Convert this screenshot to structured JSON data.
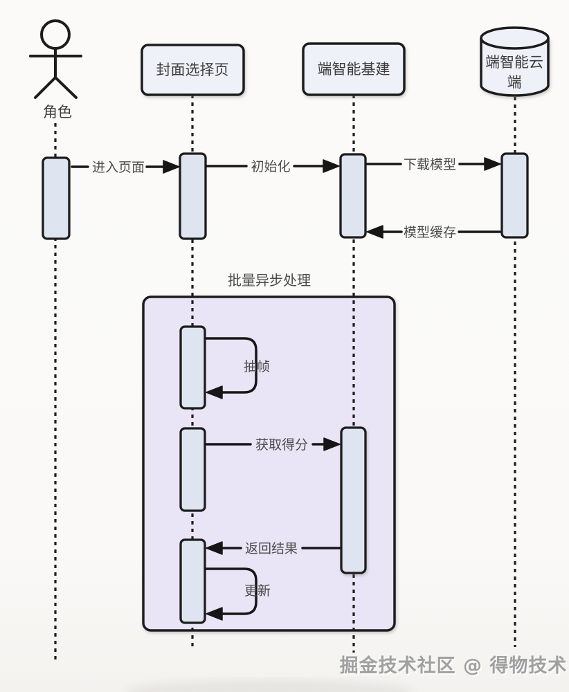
{
  "colors": {
    "background": "#faf9f7",
    "node_fill": "#eff1f8",
    "activation_fill": "#dfe4f1",
    "frame_fill": "#eae5f6",
    "stroke": "#1a1a1a",
    "label_text": "#4a4a4a",
    "entity_text": "#3d3d3d",
    "watermark_text": "#a0a0a0",
    "watermark_highlight": "#ffffff"
  },
  "diagram": {
    "type": "uml-sequence",
    "participants": [
      {
        "id": "user",
        "kind": "actor",
        "label": "角色"
      },
      {
        "id": "cover-select-page",
        "kind": "participant",
        "label": "封面选择页"
      },
      {
        "id": "device-ai-infra",
        "kind": "participant",
        "label": "端智能基建"
      },
      {
        "id": "device-ai-cloud",
        "kind": "database",
        "label": "端智能云端",
        "label_lines": [
          "端智能云",
          "端"
        ]
      }
    ],
    "messages": [
      {
        "from": "user",
        "to": "cover-select-page",
        "label": "进入页面",
        "kind": "sync"
      },
      {
        "from": "cover-select-page",
        "to": "device-ai-infra",
        "label": "初始化",
        "kind": "sync"
      },
      {
        "from": "device-ai-infra",
        "to": "device-ai-cloud",
        "label": "下载模型",
        "kind": "sync"
      },
      {
        "from": "device-ai-cloud",
        "to": "device-ai-infra",
        "label": "模型缓存",
        "kind": "return"
      },
      {
        "from": "cover-select-page",
        "to": "cover-select-page",
        "label": "抽帧",
        "kind": "self"
      },
      {
        "from": "cover-select-page",
        "to": "device-ai-infra",
        "label": "获取得分",
        "kind": "sync"
      },
      {
        "from": "device-ai-infra",
        "to": "cover-select-page",
        "label": "返回结果",
        "kind": "return"
      },
      {
        "from": "cover-select-page",
        "to": "cover-select-page",
        "label": "更新",
        "kind": "self"
      }
    ],
    "frame": {
      "label": "批量异步处理"
    },
    "watermark": "掘金技术社区 @ 得物技术"
  }
}
